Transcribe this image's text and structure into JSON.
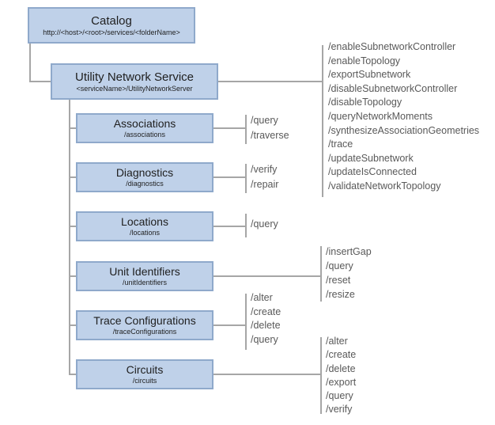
{
  "colors": {
    "box-fill": "#bfd1e9",
    "box-border": "#8fa9cb",
    "line": "#a6a6a6",
    "op-text": "#595959",
    "title-text": "#1f1f1f"
  },
  "catalog": {
    "title": "Catalog",
    "subtitle": "http://<host>/<root>/services/<folderName>"
  },
  "service": {
    "title": "Utility Network Service",
    "subtitle": "<serviceName>/UtilityNetworkServer",
    "operations": [
      "/enableSubnetworkController",
      "/enableTopology",
      "/exportSubnetwork",
      "/disableSubnetworkController",
      "/disableTopology",
      "/queryNetworkMoments",
      "/synthesizeAssociationGeometries",
      "/trace",
      "/updateSubnetwork",
      "/updateIsConnected",
      "/validateNetworkTopology"
    ]
  },
  "children": [
    {
      "title": "Associations",
      "subtitle": "/associations",
      "operations": [
        "/query",
        "/traverse"
      ]
    },
    {
      "title": "Diagnostics",
      "subtitle": "/diagnostics",
      "operations": [
        "/verify",
        "/repair"
      ]
    },
    {
      "title": "Locations",
      "subtitle": "/locations",
      "operations": [
        "/query"
      ]
    },
    {
      "title": "Unit Identifiers",
      "subtitle": "/unitIdentifiers",
      "operations": [
        "/insertGap",
        "/query",
        "/reset",
        "/resize"
      ]
    },
    {
      "title": "Trace Configurations",
      "subtitle": "/traceConfigurations",
      "operations": [
        "/alter",
        "/create",
        "/delete",
        "/query"
      ]
    },
    {
      "title": "Circuits",
      "subtitle": "/circuits",
      "operations": [
        "/alter",
        "/create",
        "/delete",
        "/export",
        "/query",
        "/verify"
      ]
    }
  ]
}
